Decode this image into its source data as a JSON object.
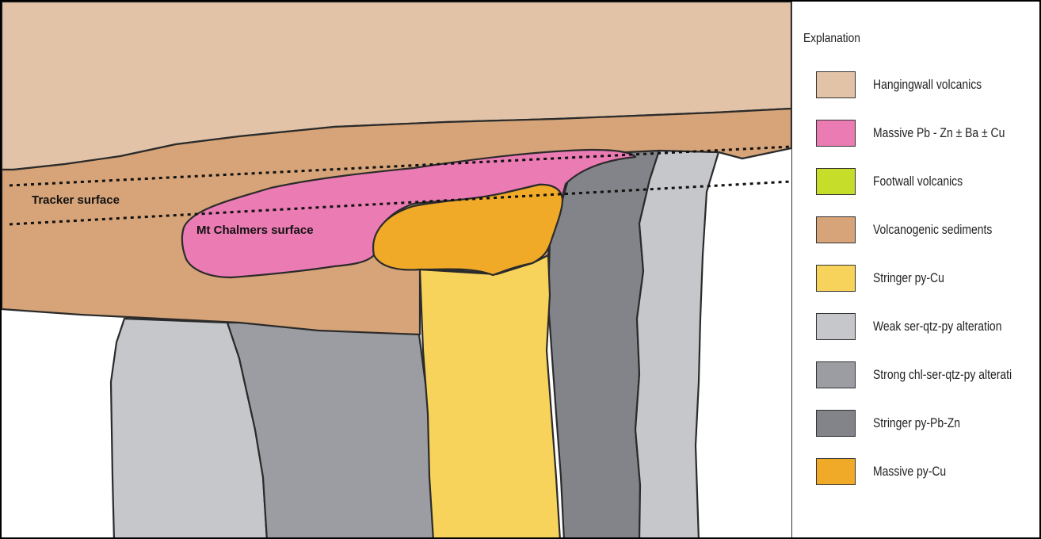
{
  "diagram": {
    "surfaces": {
      "tracker_surface": "Tracker surface",
      "mt_chalmers_surface": "Mt Chalmers surface"
    },
    "units": {
      "hangingwall": "#e2c3a7",
      "volcanogenic_sediments": "#d6a478",
      "massive_pb_zn": "#ea7bb3",
      "massive_py_cu": "#f0aa28",
      "stringer_py_cu": "#f8d35c",
      "stringer_py_pb_zn": "#838489",
      "strong_alteration": "#9c9da2",
      "weak_alteration": "#c6c7cb"
    }
  },
  "legend": {
    "title": "Explanation",
    "items": [
      {
        "label": "Hangingwall volcanics",
        "color": "#e2c3a7"
      },
      {
        "label": "Massive Pb - Zn ± Ba  ± Cu",
        "color": "#ea7bb3"
      },
      {
        "label": "Footwall volcanics",
        "color": "#c6dd2a"
      },
      {
        "label": "Volcanogenic sediments",
        "color": "#d6a478"
      },
      {
        "label": "Stringer py-Cu",
        "color": "#f8d35c"
      },
      {
        "label": "Weak ser-qtz-py alteration",
        "color": "#c6c7cb"
      },
      {
        "label": "Strong chl-ser-qtz-py alterati",
        "color": "#9c9da2"
      },
      {
        "label": "Stringer py-Pb-Zn",
        "color": "#838489"
      },
      {
        "label": "Massive py-Cu",
        "color": "#f0aa28"
      }
    ]
  }
}
